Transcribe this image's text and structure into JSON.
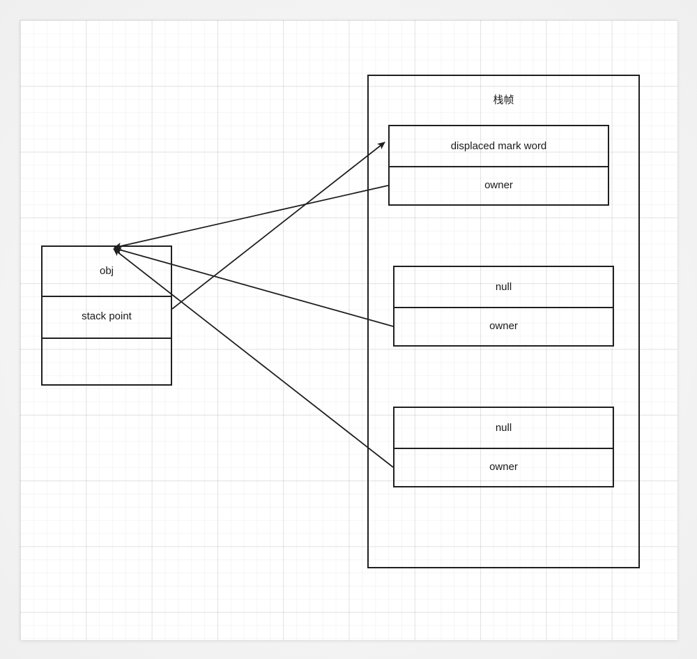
{
  "diagram": {
    "title_cn": "栈帧",
    "left_struct": {
      "name": "object-header",
      "cells": [
        {
          "label": "obj"
        },
        {
          "label": "stack point"
        },
        {
          "label": ""
        }
      ]
    },
    "frame": {
      "label": "栈帧",
      "lock_records": [
        {
          "name": "lock-record-1",
          "rows": [
            {
              "label": "displaced mark word"
            },
            {
              "label": "owner"
            }
          ]
        },
        {
          "name": "lock-record-2",
          "rows": [
            {
              "label": "null"
            },
            {
              "label": "owner"
            }
          ]
        },
        {
          "name": "lock-record-3",
          "rows": [
            {
              "label": "null"
            },
            {
              "label": "owner"
            }
          ]
        }
      ]
    },
    "connectors": [
      {
        "name": "arrow-obj-to-lock-record-1",
        "from": "lock-record-1-owner",
        "to": "obj"
      },
      {
        "name": "arrow-obj-to-lock-record-2",
        "from": "lock-record-2-owner",
        "to": "obj"
      },
      {
        "name": "arrow-obj-to-lock-record-3",
        "from": "lock-record-3-owner",
        "to": "obj"
      },
      {
        "name": "arrow-stack-point-to-lock-record-1",
        "from": "stack point",
        "to": "lock-record-1"
      }
    ],
    "colors": {
      "stroke": "#1f1f1f",
      "text": "#1a1a1a",
      "canvas": "#ffffff",
      "grid_minor": "#f0f0f0",
      "grid_major": "#e3e3e3",
      "page_bg": "#f7f7f7"
    }
  }
}
